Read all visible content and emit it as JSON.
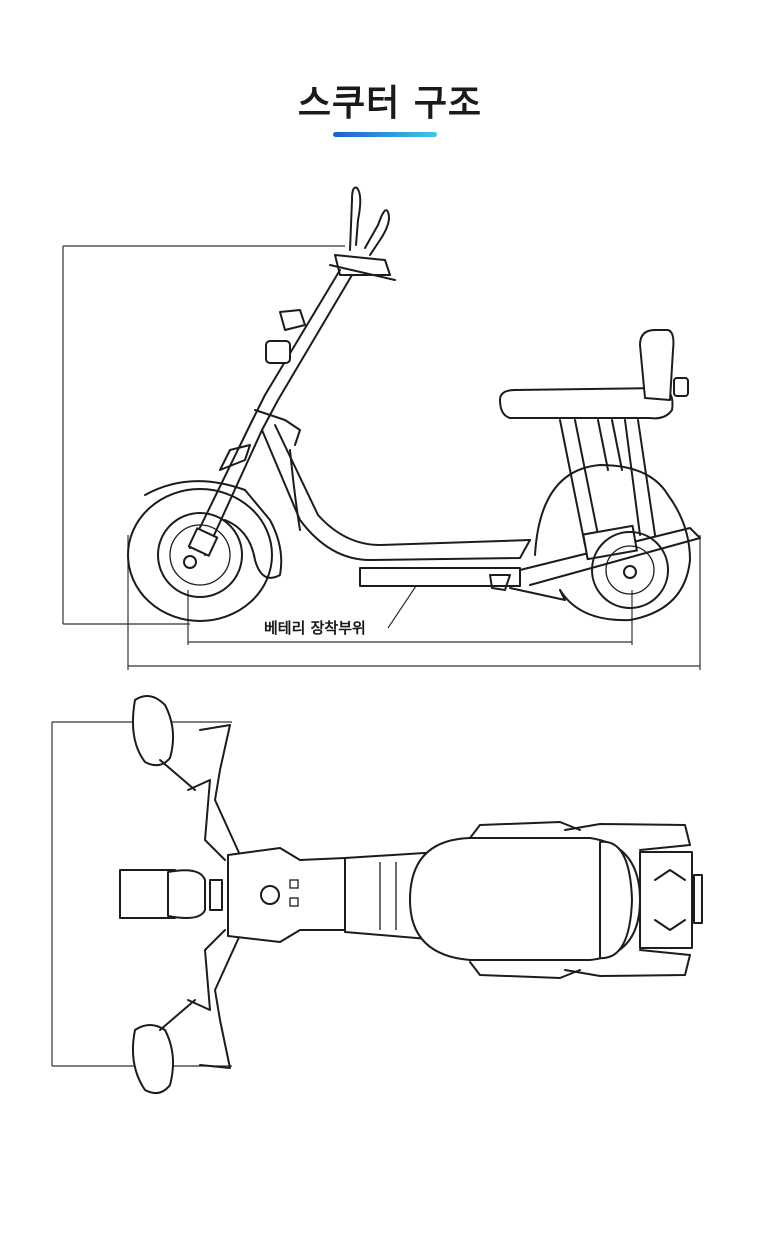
{
  "title": "스쿠터 구조",
  "accent_gradient": [
    "#1f5fd1",
    "#3fc6e8"
  ],
  "side_view": {
    "callout_label": "베테리 장착부위"
  },
  "icons": {
    "side": "scooter-side-view",
    "top": "scooter-top-view"
  }
}
